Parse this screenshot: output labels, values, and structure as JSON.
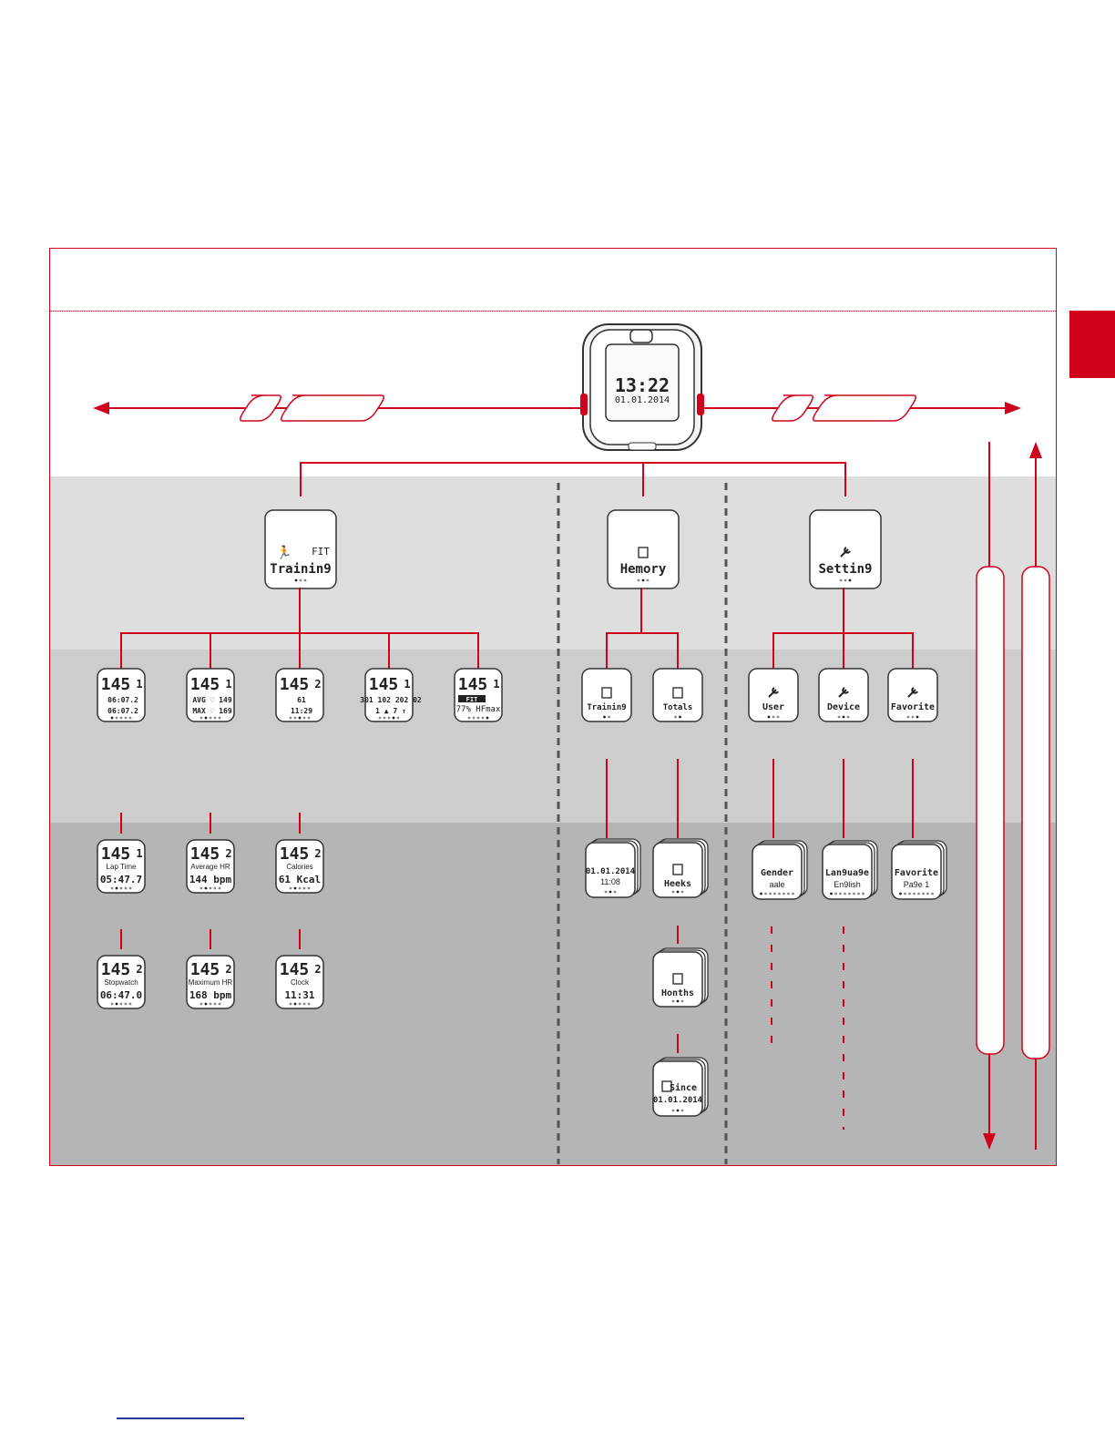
{
  "colors": {
    "accent": "#d0021b",
    "band_1": "#ffffff",
    "band_2": "#dedede",
    "band_3": "#cdcdcd",
    "band_4": "#b5b5b5",
    "device_body": "#f4f4f4",
    "device_outline": "#333333",
    "divider": "#555555",
    "footer_line": "#2a37a3"
  },
  "main_watch": {
    "time": "13:22",
    "date": "01.01.2014"
  },
  "menus": [
    {
      "id": "training",
      "icon": "runner-icon",
      "label": "Trainin9",
      "badge": "FIT"
    },
    {
      "id": "memory",
      "icon": "memory-icon",
      "label": "Hemory",
      "badge": ""
    },
    {
      "id": "settings",
      "icon": "wrench-icon",
      "label": "Settin9",
      "badge": ""
    }
  ],
  "training_screens": [
    {
      "big": "145",
      "lap": "1",
      "l1": "06:07.2",
      "l2": "06:07.2",
      "style": "dual"
    },
    {
      "big": "145",
      "lap": "1",
      "l1": "AVG ♡ 149",
      "l2": "MAX ♡ 169",
      "style": "dual"
    },
    {
      "big": "145",
      "lap": "2",
      "l1": "61",
      "l2": "11:29",
      "style": "dual"
    },
    {
      "big": "145",
      "lap": "1",
      "l1": "301 102 202 02",
      "l2": "1 ▲ 7 ↑",
      "style": "dual"
    },
    {
      "big": "145",
      "lap": "1",
      "l1": "FIT",
      "l2": "77% HFmax",
      "style": "fit"
    }
  ],
  "training_detail": [
    {
      "big": "145",
      "lap": "1",
      "label": "Lap Time",
      "value": "05:47.7"
    },
    {
      "big": "145",
      "lap": "2",
      "label": "Average HR",
      "value": "144 bpm"
    },
    {
      "big": "145",
      "lap": "2",
      "label": "Calories",
      "value": "61 Kcal"
    },
    {
      "big": "145",
      "lap": "2",
      "label": "Stopwatch",
      "value": "06:47.0"
    },
    {
      "big": "145",
      "lap": "2",
      "label": "Maximum HR",
      "value": "168 bpm"
    },
    {
      "big": "145",
      "lap": "2",
      "label": "Clock",
      "value": "11:31"
    }
  ],
  "memory_sub": [
    {
      "icon": "memory-icon",
      "label": "Trainin9"
    },
    {
      "icon": "memory-icon",
      "label": "Totals"
    }
  ],
  "memory_detail": [
    {
      "icon": "",
      "label": "01.01.2014",
      "sub": "11:08"
    },
    {
      "icon": "memory-icon",
      "label": "Heeks",
      "sub": ""
    },
    {
      "icon": "memory-icon",
      "label": "Honths",
      "sub": ""
    },
    {
      "icon": "memory-icon",
      "label": "Since",
      "sub": "01.01.2014"
    }
  ],
  "settings_sub": [
    {
      "icon": "wrench-icon",
      "label": "User"
    },
    {
      "icon": "wrench-icon",
      "label": "Device"
    },
    {
      "icon": "wrench-icon",
      "label": "Favorite"
    }
  ],
  "settings_detail": [
    {
      "label": "Gender",
      "sub": "aale"
    },
    {
      "label": "Lan9ua9e",
      "sub": "En9lish"
    },
    {
      "label": "Favorite",
      "sub": "Pa9e 1"
    }
  ]
}
